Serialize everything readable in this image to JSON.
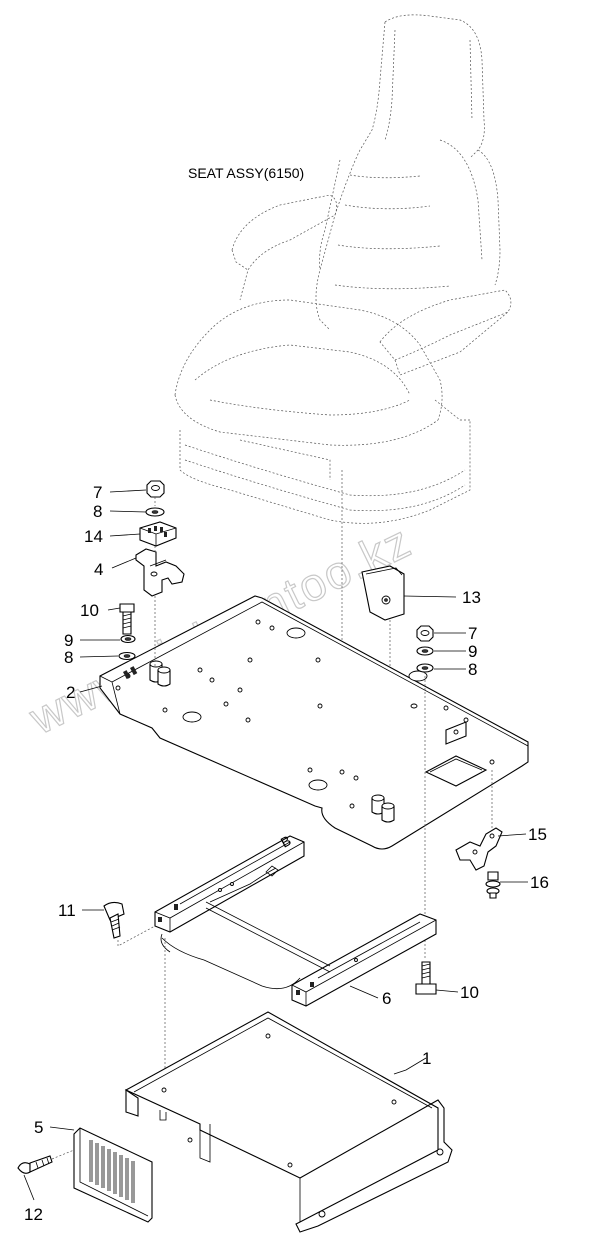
{
  "title": "SEAT ASSY(6150)",
  "watermark": "www.sinhrontoo.kz",
  "callouts": {
    "c7a": "7",
    "c8a": "8",
    "c14": "14",
    "c4": "4",
    "c10a": "10",
    "c9a": "9",
    "c8b": "8",
    "c2": "2",
    "c13": "13",
    "c7b": "7",
    "c9b": "9",
    "c8c": "8",
    "c15": "15",
    "c16": "16",
    "c11": "11",
    "c6": "6",
    "c10b": "10",
    "c1": "1",
    "c5": "5",
    "c12": "12"
  }
}
